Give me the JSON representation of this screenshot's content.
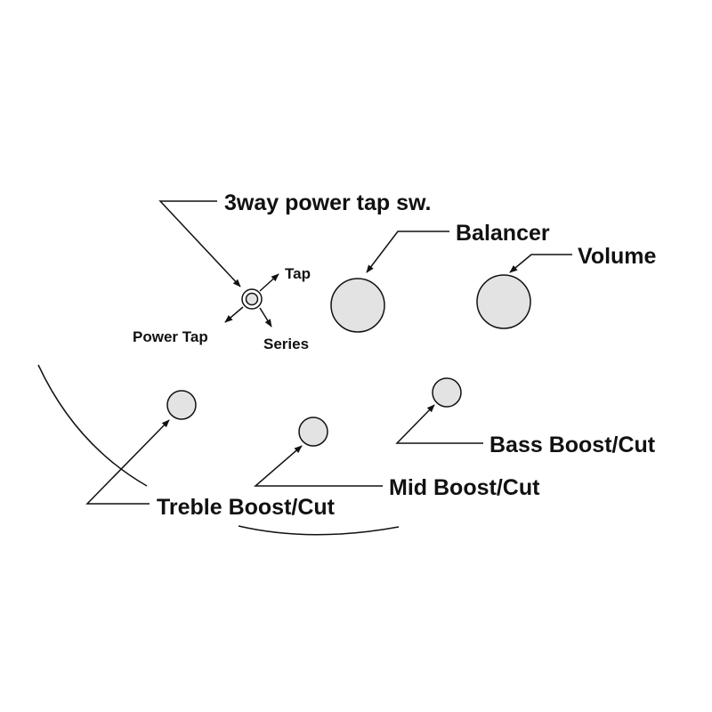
{
  "labels": {
    "switch": "3way power tap sw.",
    "balancer": "Balancer",
    "volume": "Volume",
    "tap": "Tap",
    "power_tap": "Power Tap",
    "series": "Series",
    "treble": "Treble Boost/Cut",
    "mid": "Mid Boost/Cut",
    "bass": "Bass Boost/Cut"
  },
  "colors": {
    "ink": "#111111",
    "knob_fill": "#e3e3e3",
    "background": "#ffffff"
  }
}
